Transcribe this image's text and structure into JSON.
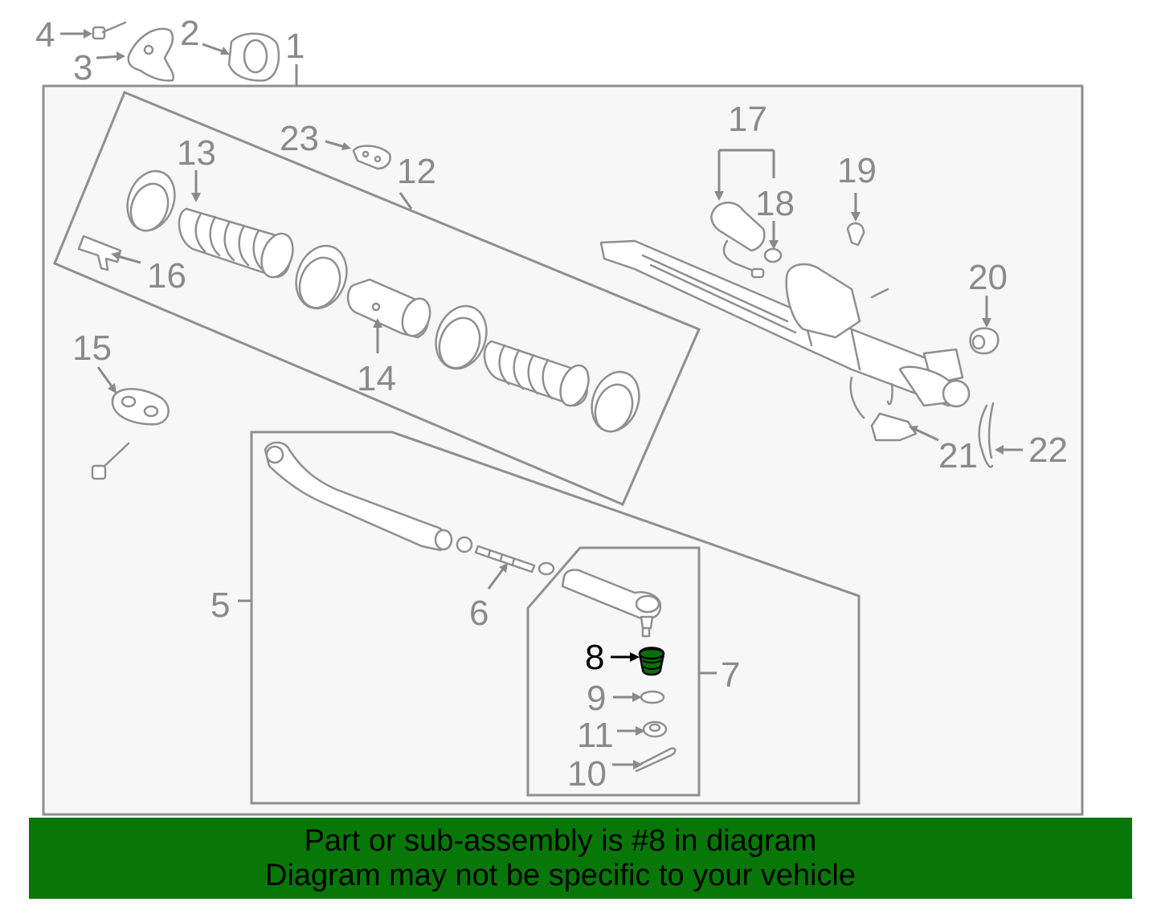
{
  "diagram": {
    "highlight_color": "#0a6e0a",
    "banner_color": "#077807",
    "callouts": {
      "c1": "1",
      "c2": "2",
      "c3": "3",
      "c4": "4",
      "c5": "5",
      "c6": "6",
      "c7": "7",
      "c8": "8",
      "c9": "9",
      "c10": "10",
      "c11": "11",
      "c12": "12",
      "c13": "13",
      "c14": "14",
      "c15": "15",
      "c16": "16",
      "c17": "17",
      "c18": "18",
      "c19": "19",
      "c20": "20",
      "c21": "21",
      "c22": "22",
      "c23": "23"
    }
  },
  "banner": {
    "line1": "Part or sub-assembly is #8 in diagram",
    "line2": "Diagram may not be specific to your vehicle"
  }
}
